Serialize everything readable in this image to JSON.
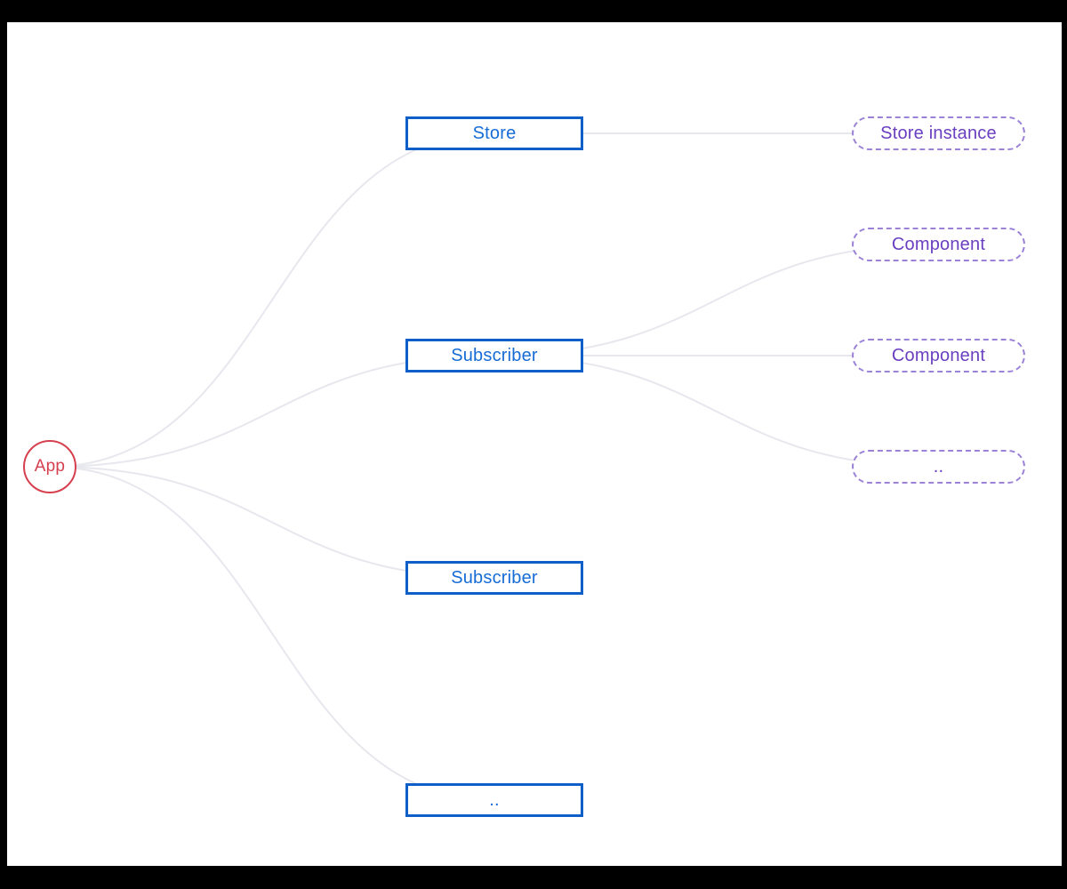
{
  "diagram": {
    "nodes": {
      "app": {
        "label": "App",
        "shape": "circle"
      },
      "store": {
        "label": "Store",
        "shape": "rect"
      },
      "subscriber_1": {
        "label": "Subscriber",
        "shape": "rect"
      },
      "subscriber_2": {
        "label": "Subscriber",
        "shape": "rect"
      },
      "more_nodes": {
        "label": "..",
        "shape": "rect"
      },
      "store_instance": {
        "label": "Store instance",
        "shape": "dashed-pill"
      },
      "component_1": {
        "label": "Component",
        "shape": "dashed-pill"
      },
      "component_2": {
        "label": "Component",
        "shape": "dashed-pill"
      },
      "more_components": {
        "label": "..",
        "shape": "dashed-pill"
      }
    },
    "edges": [
      {
        "from": "app",
        "to": "store"
      },
      {
        "from": "app",
        "to": "subscriber_1"
      },
      {
        "from": "app",
        "to": "subscriber_2"
      },
      {
        "from": "app",
        "to": "more_nodes"
      },
      {
        "from": "store",
        "to": "store_instance"
      },
      {
        "from": "subscriber_1",
        "to": "component_1"
      },
      {
        "from": "subscriber_1",
        "to": "component_2"
      },
      {
        "from": "subscriber_1",
        "to": "more_components"
      }
    ],
    "colors": {
      "root_accent": "#D6404E",
      "node_border": "#0E60C8",
      "node_text": "#176CD6",
      "instance_border": "#9B82D7",
      "instance_text": "#6A3FC0",
      "edge": "#E7E7EE",
      "canvas_background": "#FFFFFF",
      "frame": "#000000"
    }
  }
}
